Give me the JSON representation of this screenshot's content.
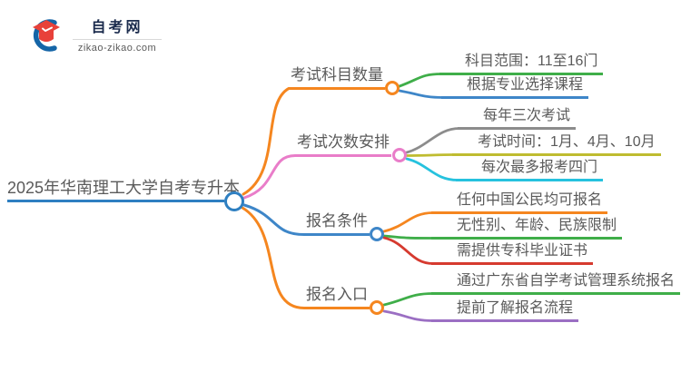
{
  "logo": {
    "site_name": "自考网",
    "site_url": "zikao-zikao.com",
    "icon": "graduation-cap-icon",
    "cap_color": "#e8413a",
    "swoosh_color": "#1565a7"
  },
  "mindmap": {
    "root": {
      "label": "2025年华南理工大学自考专升本",
      "color": "#2e7fc1"
    },
    "branches": [
      {
        "label": "考试科目数量",
        "color": "#f5861f",
        "children": [
          {
            "text": "科目范围：11至16门",
            "color": "#3fae49"
          },
          {
            "text": "根据专业选择课程",
            "color": "#3e86c8"
          }
        ]
      },
      {
        "label": "考试次数安排",
        "color": "#e97dc9",
        "children": [
          {
            "text": "每年三次考试",
            "color": "#8c8c8c"
          },
          {
            "text": "考试时间：1月、4月、10月",
            "color": "#bfbc30"
          },
          {
            "text": "每次最多报考四门",
            "color": "#26c2de"
          }
        ]
      },
      {
        "label": "报名条件",
        "color": "#3e86c8",
        "children": [
          {
            "text": "任何中国公民均可报名",
            "color": "#f5861f"
          },
          {
            "text": "无性别、年龄、民族限制",
            "color": "#3fae49"
          },
          {
            "text": "需提供专科毕业证书",
            "color": "#d63a2f"
          }
        ]
      },
      {
        "label": "报名入口",
        "color": "#f5861f",
        "children": [
          {
            "text": "通过广东省自学考试管理系统报名",
            "color": "#3fae49"
          },
          {
            "text": "提前了解报名流程",
            "color": "#9b6fc3"
          }
        ]
      }
    ]
  }
}
